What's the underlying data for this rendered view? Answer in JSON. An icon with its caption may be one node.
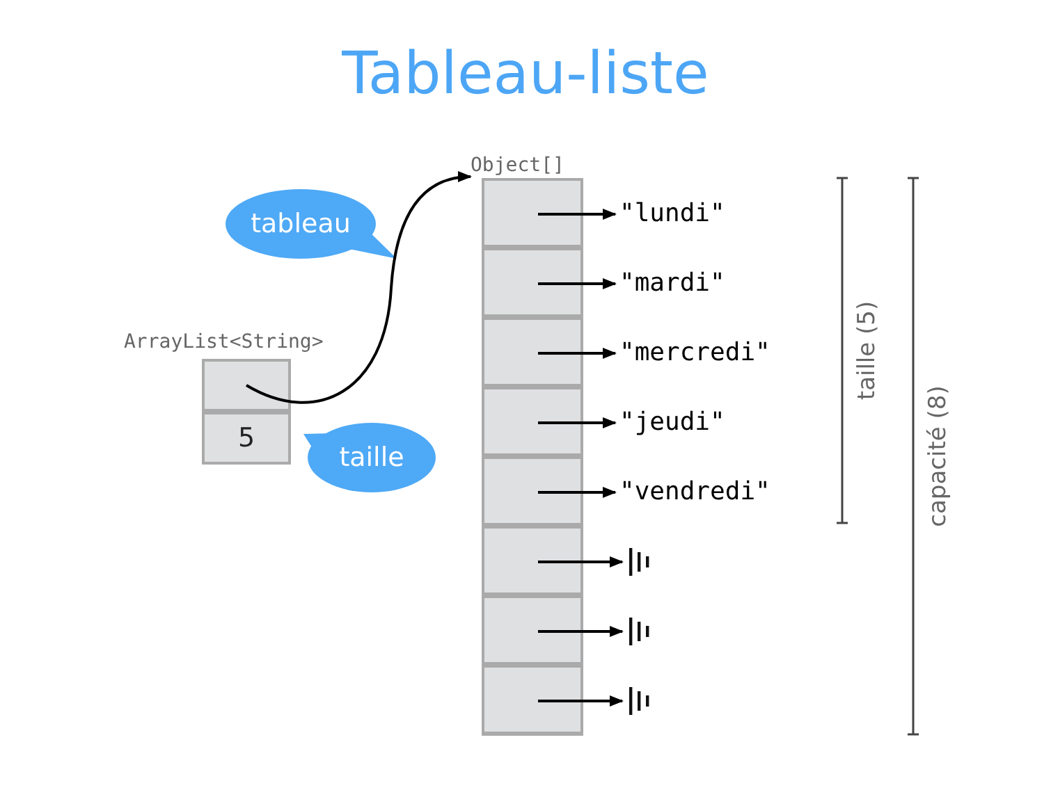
{
  "diagram": {
    "title": "Tableau-liste",
    "nodes": [
      {
        "text": [
          "ArrayList<String>"
        ]
      },
      {
        "text": [],
        "shape": "box",
        "in": 0
      },
      {
        "text": [
          "5"
        ],
        "in": 0
      },
      {
        "text": [
          "Object[]"
        ]
      },
      {
        "text": [],
        "shape": "box",
        "in": 3
      },
      {
        "text": [],
        "shape": "box",
        "in": 3
      },
      {
        "text": [],
        "shape": "box",
        "in": 3
      },
      {
        "text": [],
        "shape": "box",
        "in": 3
      },
      {
        "text": [],
        "shape": "box",
        "in": 3
      },
      {
        "text": [],
        "shape": "box",
        "in": 3
      },
      {
        "text": [],
        "shape": "box",
        "in": 3
      },
      {
        "text": [],
        "shape": "box",
        "in": 3
      },
      {
        "text": [
          "\"lundi\""
        ]
      },
      {
        "text": [
          "\"mardi\""
        ]
      },
      {
        "text": [
          "\"mercredi\""
        ]
      },
      {
        "text": [
          "\"jeudi\""
        ]
      },
      {
        "text": [
          "\"vendredi\""
        ]
      },
      {
        "text": [],
        "shape": "ground"
      },
      {
        "text": [],
        "shape": "ground"
      },
      {
        "text": [],
        "shape": "ground"
      },
      {
        "text": [
          "tableau"
        ]
      },
      {
        "text": [
          "taille"
        ]
      }
    ],
    "edges": [
      {
        "from": 1,
        "to": 3,
        "arrow": "to"
      },
      {
        "from": 4,
        "to": 12,
        "arrow": "to"
      },
      {
        "from": 5,
        "to": 13,
        "arrow": "to"
      },
      {
        "from": 6,
        "to": 14,
        "arrow": "to"
      },
      {
        "from": 7,
        "to": 15,
        "arrow": "to"
      },
      {
        "from": 8,
        "to": 16,
        "arrow": "to"
      },
      {
        "from": 9,
        "to": 17,
        "arrow": "to"
      },
      {
        "from": 10,
        "to": 18,
        "arrow": "to"
      },
      {
        "from": 11,
        "to": 19,
        "arrow": "to"
      }
    ],
    "labels": [
      "taille (5)",
      "capacité (8)"
    ]
  }
}
